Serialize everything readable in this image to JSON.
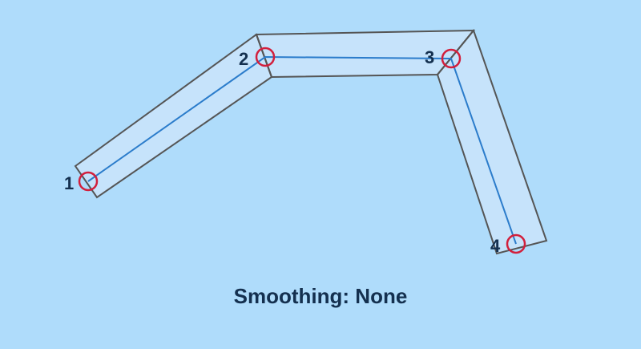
{
  "diagram": {
    "caption": "Smoothing: None",
    "smoothing": "None",
    "colors": {
      "background": "#afdcfb",
      "band_fill": "#c6e3fb",
      "band_stroke": "#555555",
      "centerline": "#2b7ccb",
      "handle": "#d21f3c",
      "text": "#14304f"
    },
    "points": [
      {
        "label": "1"
      },
      {
        "label": "2"
      },
      {
        "label": "3"
      },
      {
        "label": "4"
      }
    ]
  }
}
